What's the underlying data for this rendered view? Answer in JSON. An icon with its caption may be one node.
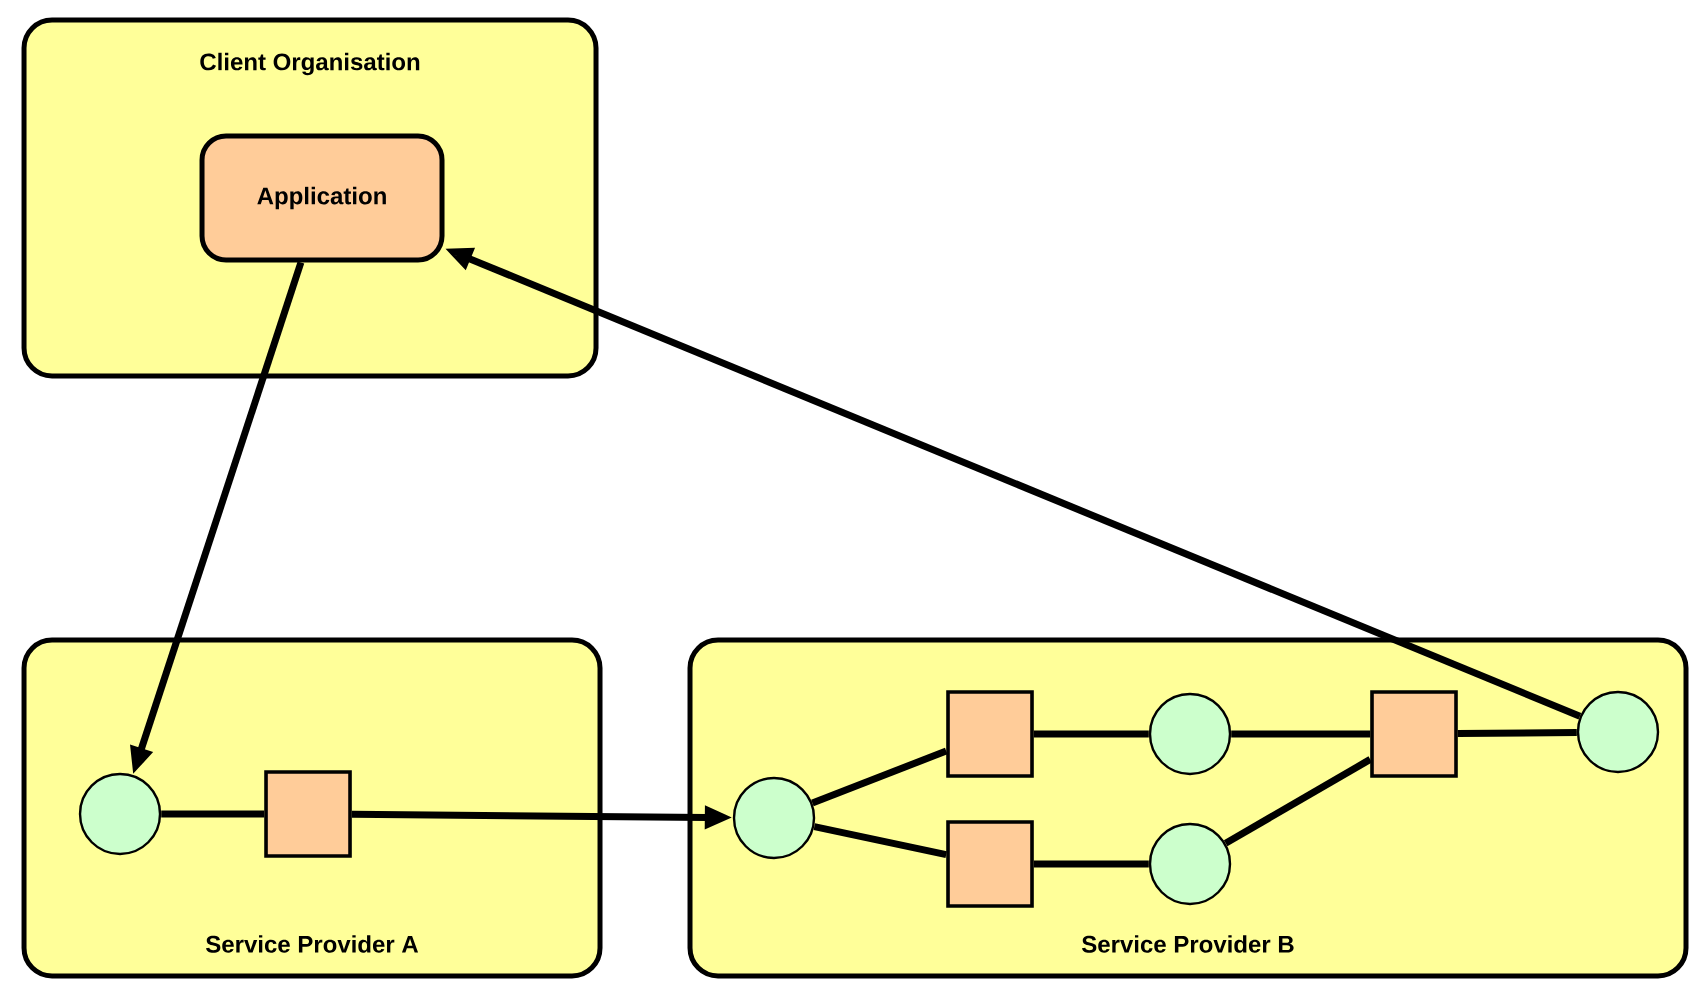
{
  "diagram": {
    "nodes": [
      {
        "text": [
          "Client Organisation"
        ]
      },
      {
        "text": [
          "Application"
        ],
        "in": 0
      },
      {
        "text": [
          "Service Provider A"
        ]
      },
      {
        "text": [],
        "shape": "circle",
        "in": 2
      },
      {
        "text": [],
        "shape": "box",
        "in": 2
      },
      {
        "text": [
          "Service Provider B"
        ]
      },
      {
        "text": [],
        "shape": "circle",
        "in": 5
      },
      {
        "text": [],
        "shape": "box",
        "in": 5
      },
      {
        "text": [],
        "shape": "box",
        "in": 5
      },
      {
        "text": [],
        "shape": "circle",
        "in": 5
      },
      {
        "text": [],
        "shape": "circle",
        "in": 5
      },
      {
        "text": [],
        "shape": "box",
        "in": 5
      },
      {
        "text": [],
        "shape": "circle",
        "in": 5
      }
    ],
    "edges": [
      {
        "from": 1,
        "to": 3,
        "arrow": "to"
      },
      {
        "from": 3,
        "to": 4,
        "arrow": "none"
      },
      {
        "from": 4,
        "to": 6,
        "arrow": "to"
      },
      {
        "from": 6,
        "to": 7,
        "arrow": "none"
      },
      {
        "from": 6,
        "to": 8,
        "arrow": "none"
      },
      {
        "from": 7,
        "to": 9,
        "arrow": "none"
      },
      {
        "from": 8,
        "to": 10,
        "arrow": "none"
      },
      {
        "from": 9,
        "to": 11,
        "arrow": "none"
      },
      {
        "from": 10,
        "to": 11,
        "arrow": "none"
      },
      {
        "from": 11,
        "to": 12,
        "arrow": "none"
      },
      {
        "from": 12,
        "to": 1,
        "arrow": "to"
      }
    ]
  }
}
